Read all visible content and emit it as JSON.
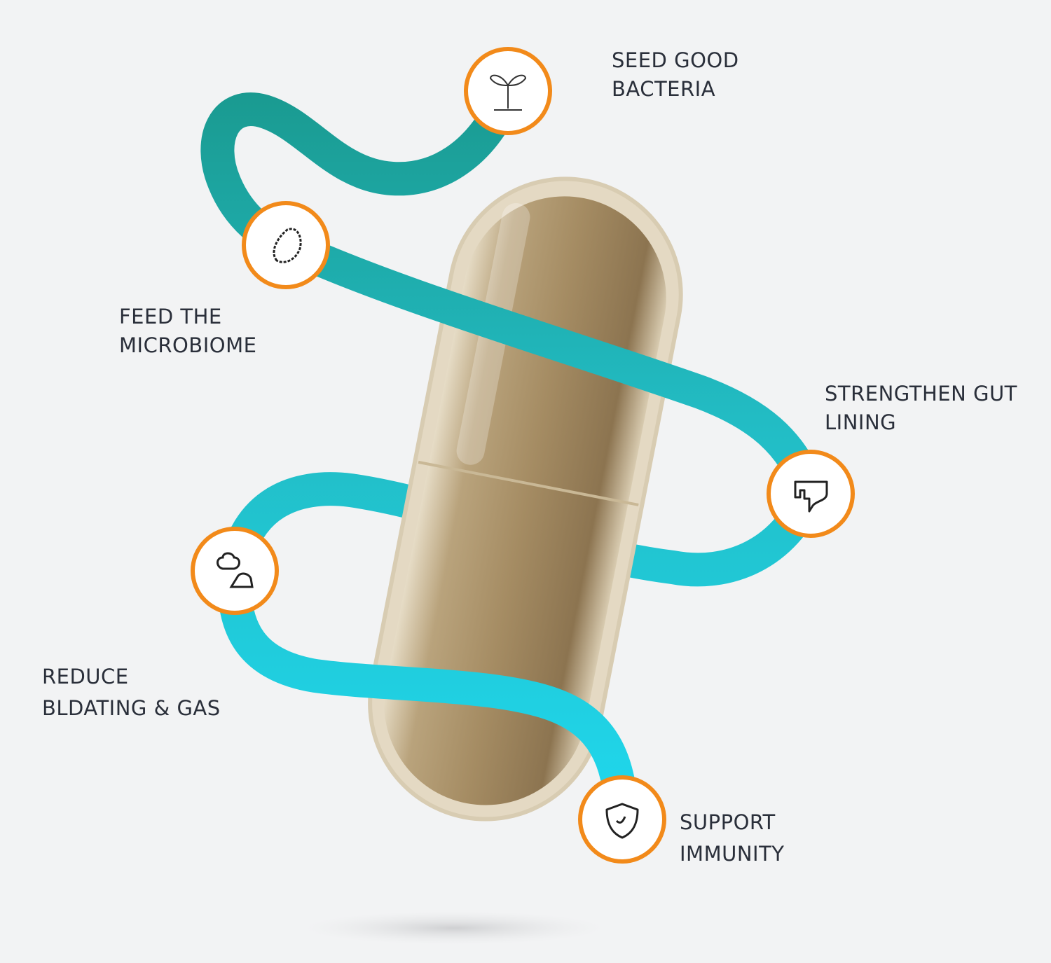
{
  "colors": {
    "ribbon_top": "#1a9a90",
    "ribbon_bottom": "#1fd8ee",
    "ring": "#f28a1a",
    "text": "#2a2f3a"
  },
  "benefits": [
    {
      "icon": "sprout-icon",
      "line1": "SEED GOOD",
      "line2": "BACTERIA"
    },
    {
      "icon": "microbe-icon",
      "line1": "FEED THE",
      "line2": "MICROBIOME"
    },
    {
      "icon": "intestine-icon",
      "line1": "STRENGTHEN GUT",
      "line2": "LINING"
    },
    {
      "icon": "gas-cloud-icon",
      "line1": "REDUCE",
      "line2": "BLDATING & GAS"
    },
    {
      "icon": "shield-icon",
      "line1": "SUPPORT",
      "line2": "IMMUNITY"
    }
  ]
}
